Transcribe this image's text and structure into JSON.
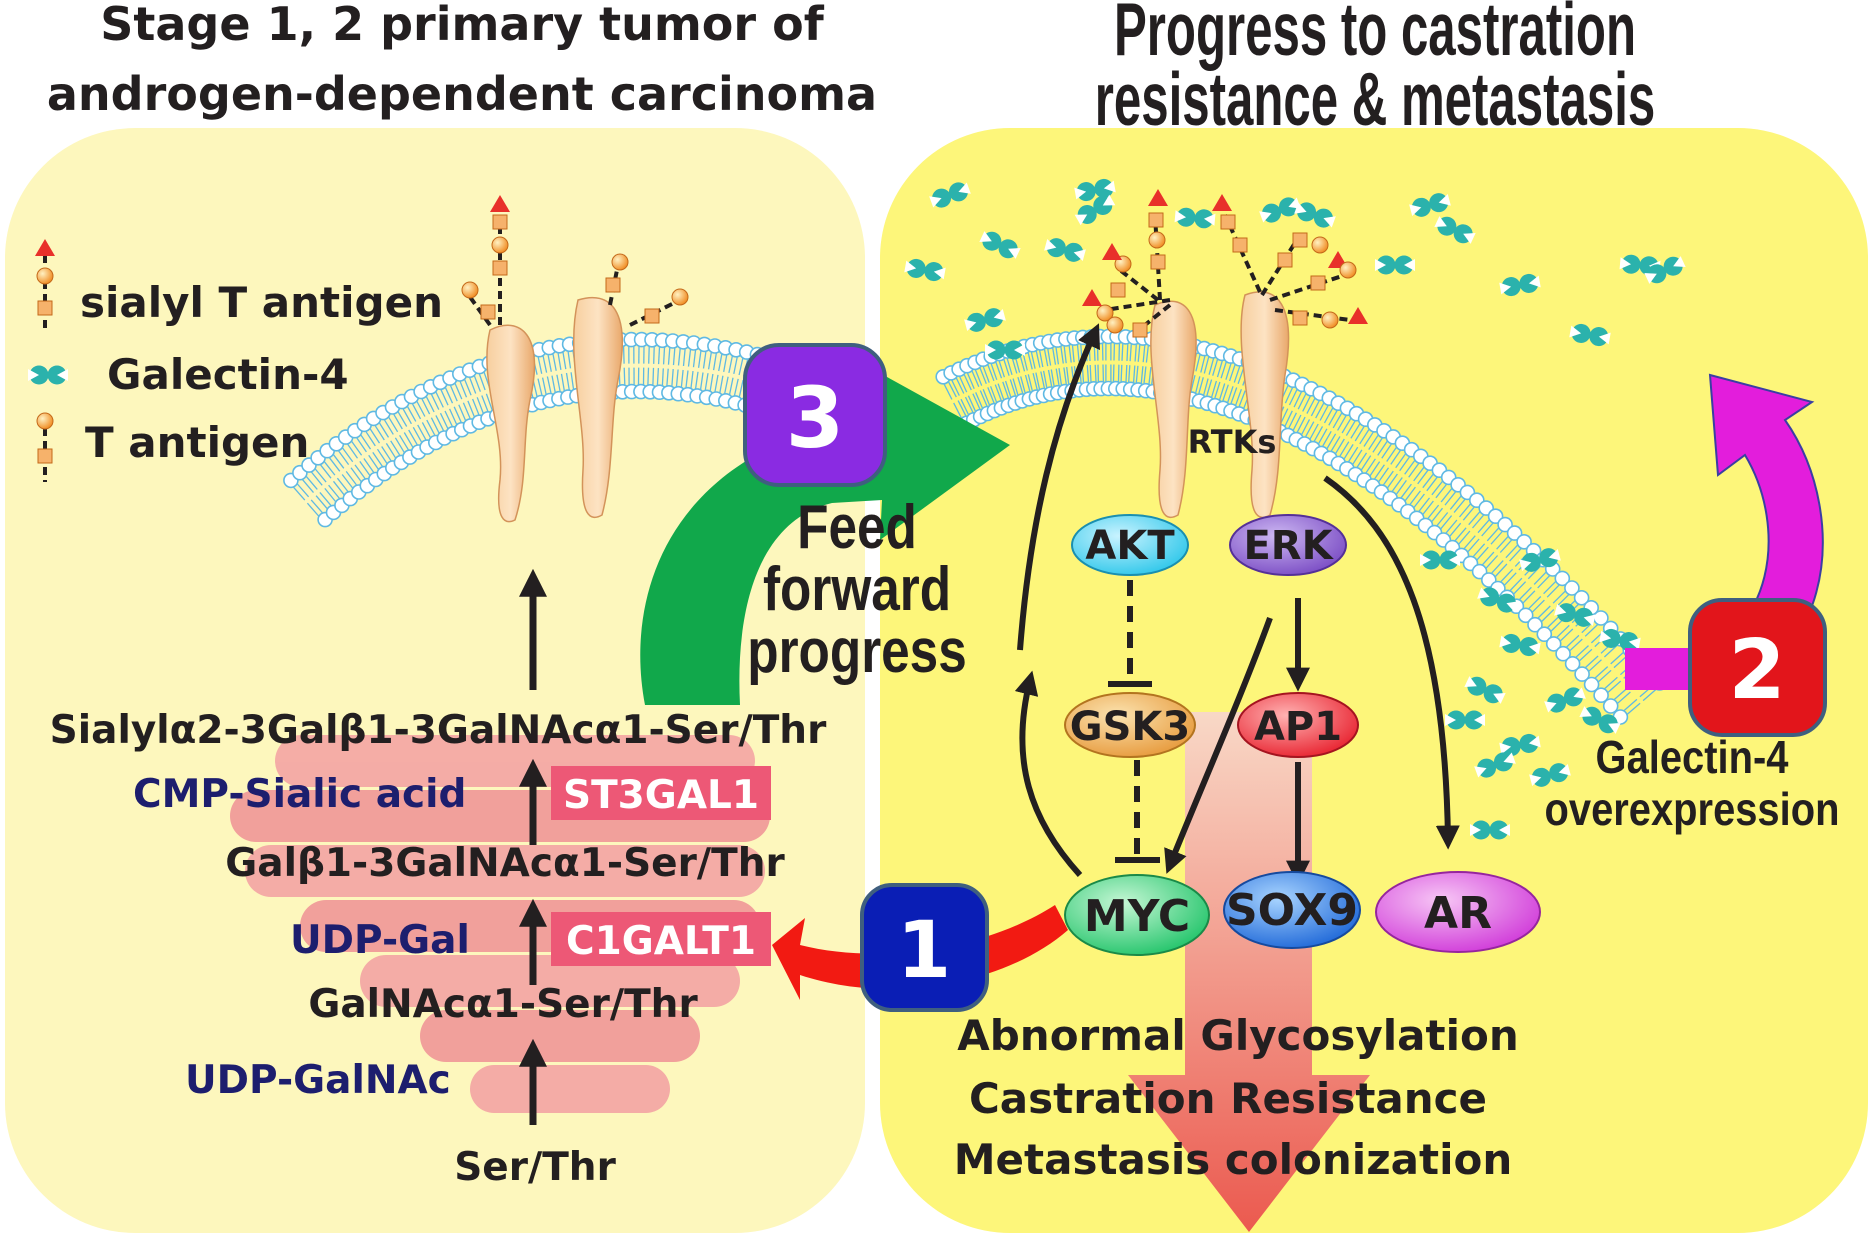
{
  "left_panel": {
    "title_line1": "Stage 1, 2 primary tumor of",
    "title_line2": "androgen-dependent carcinoma",
    "legend": {
      "sialyl_t": "sialyl T antigen",
      "galectin": "Galectin-4",
      "t_antigen": "T antigen"
    },
    "pathway": {
      "sialyl_product": "Sialylα2-3Galβ1-3GalNAcα1-Ser/Thr",
      "cmp_sialic": "CMP-Sialic acid",
      "st3gal1": "ST3GAL1",
      "gal_product": "Galβ1-3GalNAcα1-Ser/Thr",
      "udp_gal": "UDP-Gal",
      "c1galt1": "C1GALT1",
      "galnac_product": "GalNAcα1-Ser/Thr",
      "udp_galnac": "UDP-GalNAc",
      "ser_thr": "Ser/Thr"
    }
  },
  "right_panel": {
    "title_line1": "Progress to castration",
    "title_line2": "resistance & metastasis",
    "rtks": "RTKs",
    "nodes": {
      "akt": "AKT",
      "erk": "ERK",
      "gsk3": "GSK3",
      "ap1": "AP1",
      "myc": "MYC",
      "sox9": "SOX9",
      "ar": "AR"
    },
    "outcomes": {
      "line1": "Abnormal Glycosylation",
      "line2": "Castration Resistance",
      "line3": "Metastasis colonization"
    },
    "galectin_note_line1": "Galectin-4",
    "galectin_note_line2": "overexpression"
  },
  "badges": {
    "one": "1",
    "two": "2",
    "three": "3"
  },
  "feed_forward": {
    "line1": "Feed",
    "line2": "forward",
    "line3": "progress"
  },
  "colors": {
    "left_panel": "#fdf7bd",
    "right_panel": "#fdf67a",
    "membrane": "#5fb9e3",
    "rtk": "#f2bf8a",
    "galectin": "#2bb2ac",
    "golgi": "#f3a0a2",
    "enzyme_box": "#ed5876",
    "badge1": "#0a1eb5",
    "badge2": "#e2151b",
    "badge3": "#8a2be2",
    "green_arrow": "#11a84b",
    "magenta_arrow": "#e31ddc",
    "red_arrow": "#f21a12",
    "akt": "#2ec7ea",
    "erk": "#8358c8",
    "gsk3": "#e7a14a",
    "ap1": "#e8222f",
    "myc": "#2ecc71",
    "sox9": "#2273dc",
    "ar": "#d63ee0"
  }
}
